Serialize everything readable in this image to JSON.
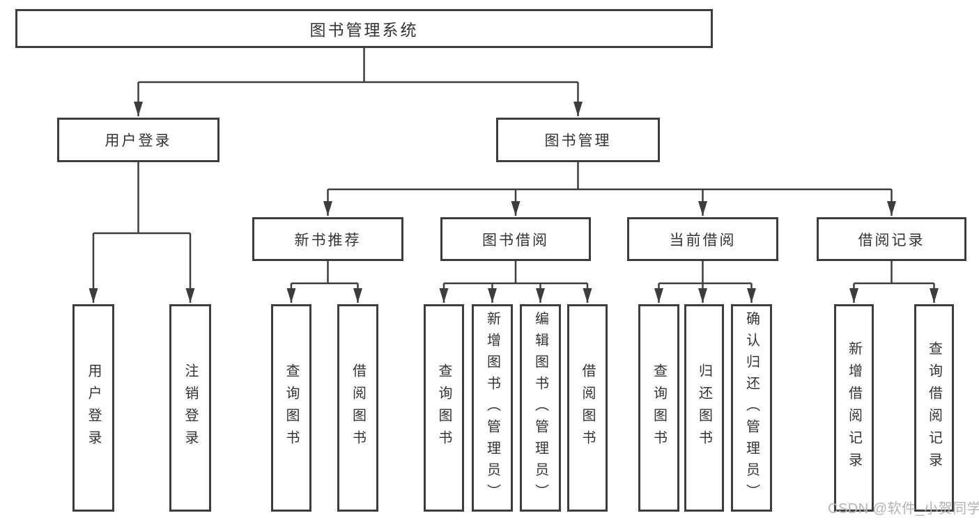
{
  "title": "图书管理系统",
  "nodes": {
    "user_login": "用户登录",
    "book_mgmt": "图书管理",
    "new_books": "新书推荐",
    "book_borrow": "图书借阅",
    "current_borrow": "当前借阅",
    "borrow_records": "借阅记录"
  },
  "leaves": {
    "user_login": [
      "用户登录",
      "注销登录"
    ],
    "new_books": [
      "查询图书",
      "借阅图书"
    ],
    "book_borrow": [
      "查询图书",
      "新增图书（管理员）",
      "编辑图书（管理员）",
      "借阅图书"
    ],
    "current_borrow": [
      "查询图书",
      "归还图书",
      "确认归还（管理员）"
    ],
    "borrow_records": [
      "新增借阅记录",
      "查询借阅记录"
    ]
  },
  "watermark": "CSDN @软件_小贺同学",
  "colors": {
    "line": "#3d3d3d",
    "text": "#333333",
    "watermark": "#b3b3b3",
    "background": "#ffffff"
  }
}
